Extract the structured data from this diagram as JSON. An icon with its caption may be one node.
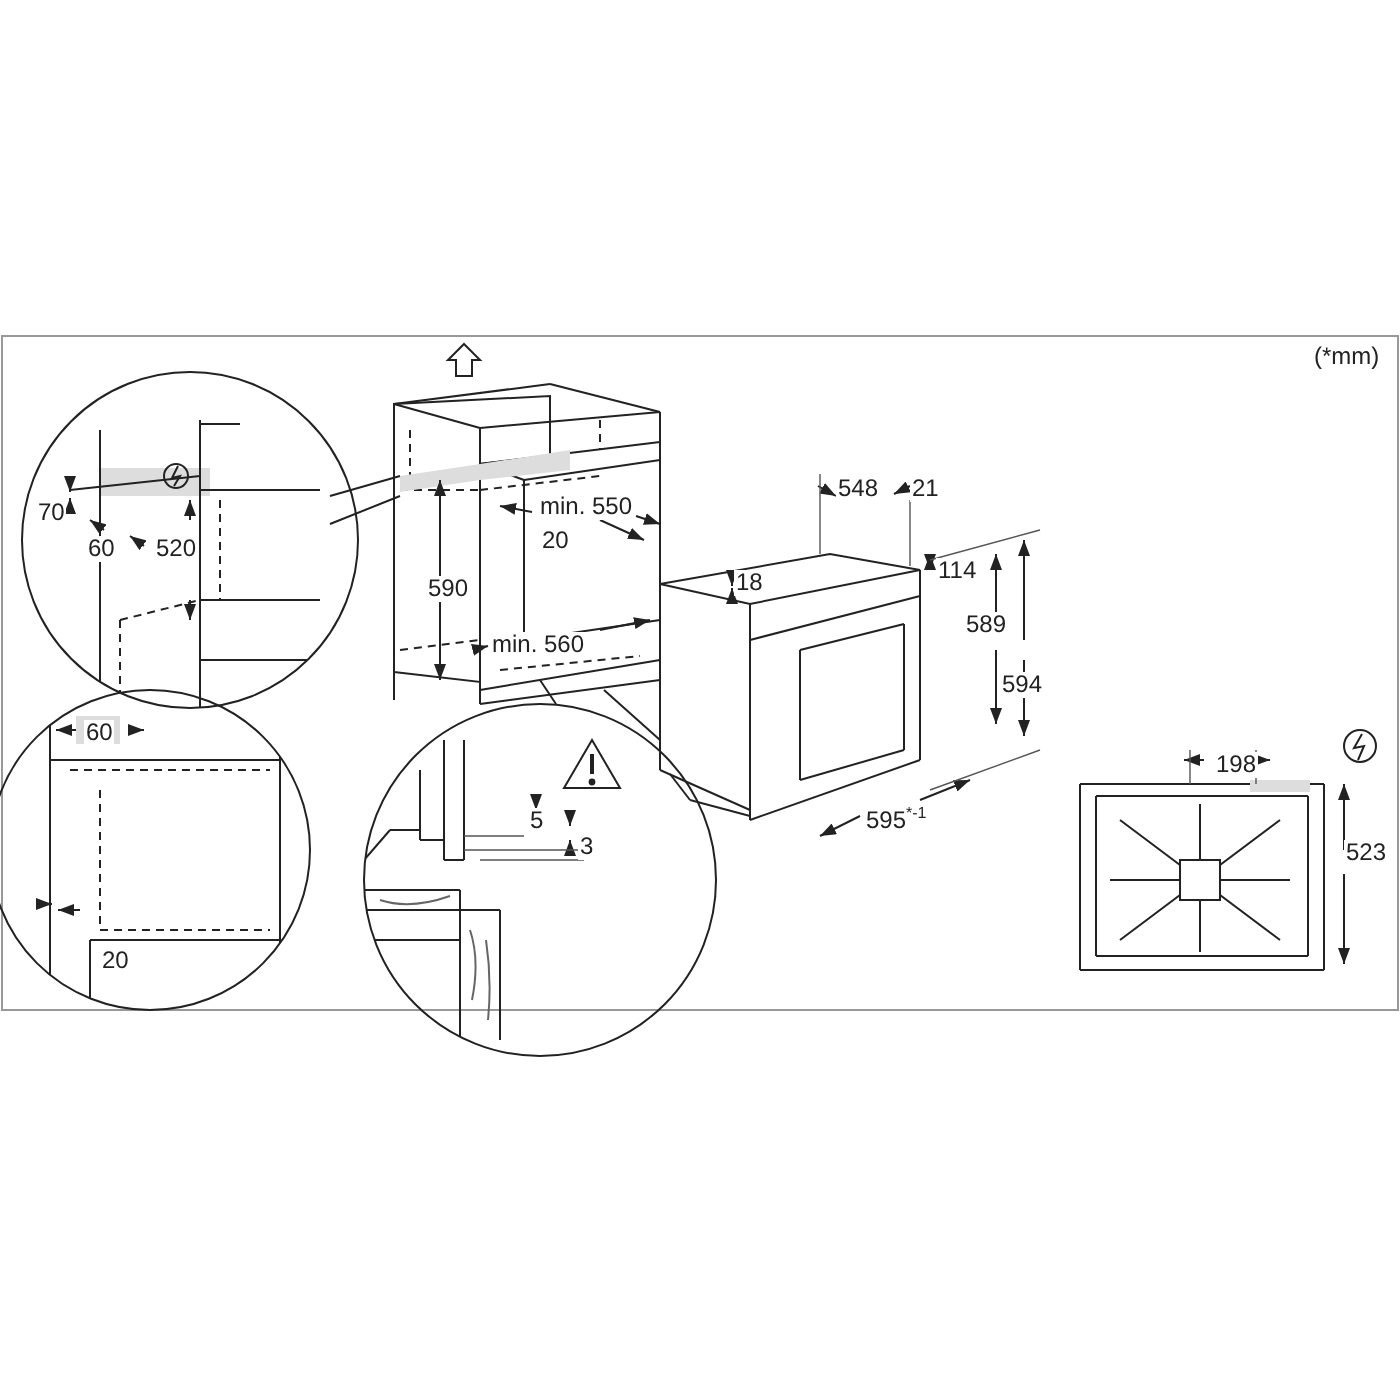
{
  "diagram": {
    "labels": [
      "(*mm)",
      "548",
      "21",
      "70",
      "60",
      "520",
      "min. 550",
      "20",
      "18",
      "114",
      "590",
      "589",
      "594",
      "min. 560",
      "595$^{*-1}$",
      "198",
      "60",
      "523",
      "5",
      "3",
      "20"
    ]
  }
}
